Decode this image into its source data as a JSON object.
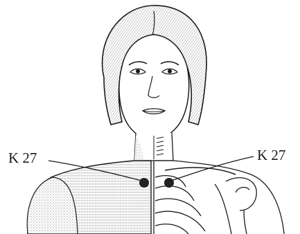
{
  "labels": {
    "left_point": "K 27",
    "right_point": "K 27"
  },
  "colors": {
    "ink": "#1a1a1a",
    "paper": "#ffffff",
    "shade": "#8a8a8a",
    "point": "#222222"
  },
  "icons": {
    "left_point": "acupoint-dot",
    "right_point": "acupoint-dot"
  }
}
